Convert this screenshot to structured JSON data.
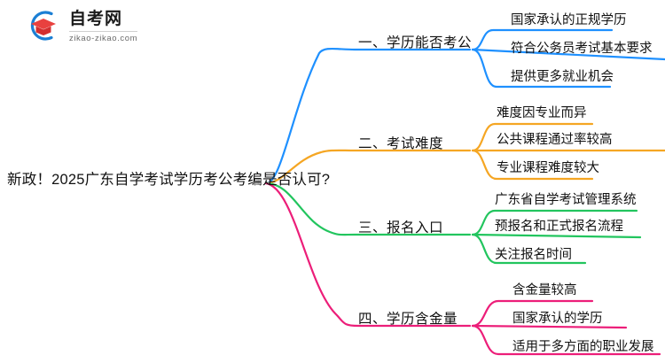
{
  "logo": {
    "icon_name": "graduation-cap-logo",
    "cn_name": "自考网",
    "domain": "zikao-zikao.com",
    "arc_color": "#1b7fd4",
    "cap_color": "#e8413f"
  },
  "mindmap": {
    "root": {
      "title": "新政！2025广东自学考试学历考公考编是否认可?"
    },
    "branches": [
      {
        "index": "1",
        "label": "一、学历能否考公",
        "color": "#1e90ff",
        "children": [
          {
            "label": "国家承认的正规学历"
          },
          {
            "label": "符合公务员考试基本要求"
          },
          {
            "label": "提供更多就业机会"
          }
        ]
      },
      {
        "index": "2",
        "label": "二、考试难度",
        "color": "#f5a623",
        "children": [
          {
            "label": "难度因专业而异"
          },
          {
            "label": "公共课程通过率较高"
          },
          {
            "label": "专业课程难度较大"
          }
        ]
      },
      {
        "index": "3",
        "label": "三、报名入口",
        "color": "#22c55e",
        "children": [
          {
            "label": "广东省自学考试管理系统"
          },
          {
            "label": "预报名和正式报名流程"
          },
          {
            "label": "关注报名时间"
          }
        ]
      },
      {
        "index": "4",
        "label": "四、学历含金量",
        "color": "#ec1e79",
        "children": [
          {
            "label": "含金量较高"
          },
          {
            "label": "国家承认的学历"
          },
          {
            "label": "适用于多方面的职业发展"
          }
        ]
      }
    ]
  }
}
